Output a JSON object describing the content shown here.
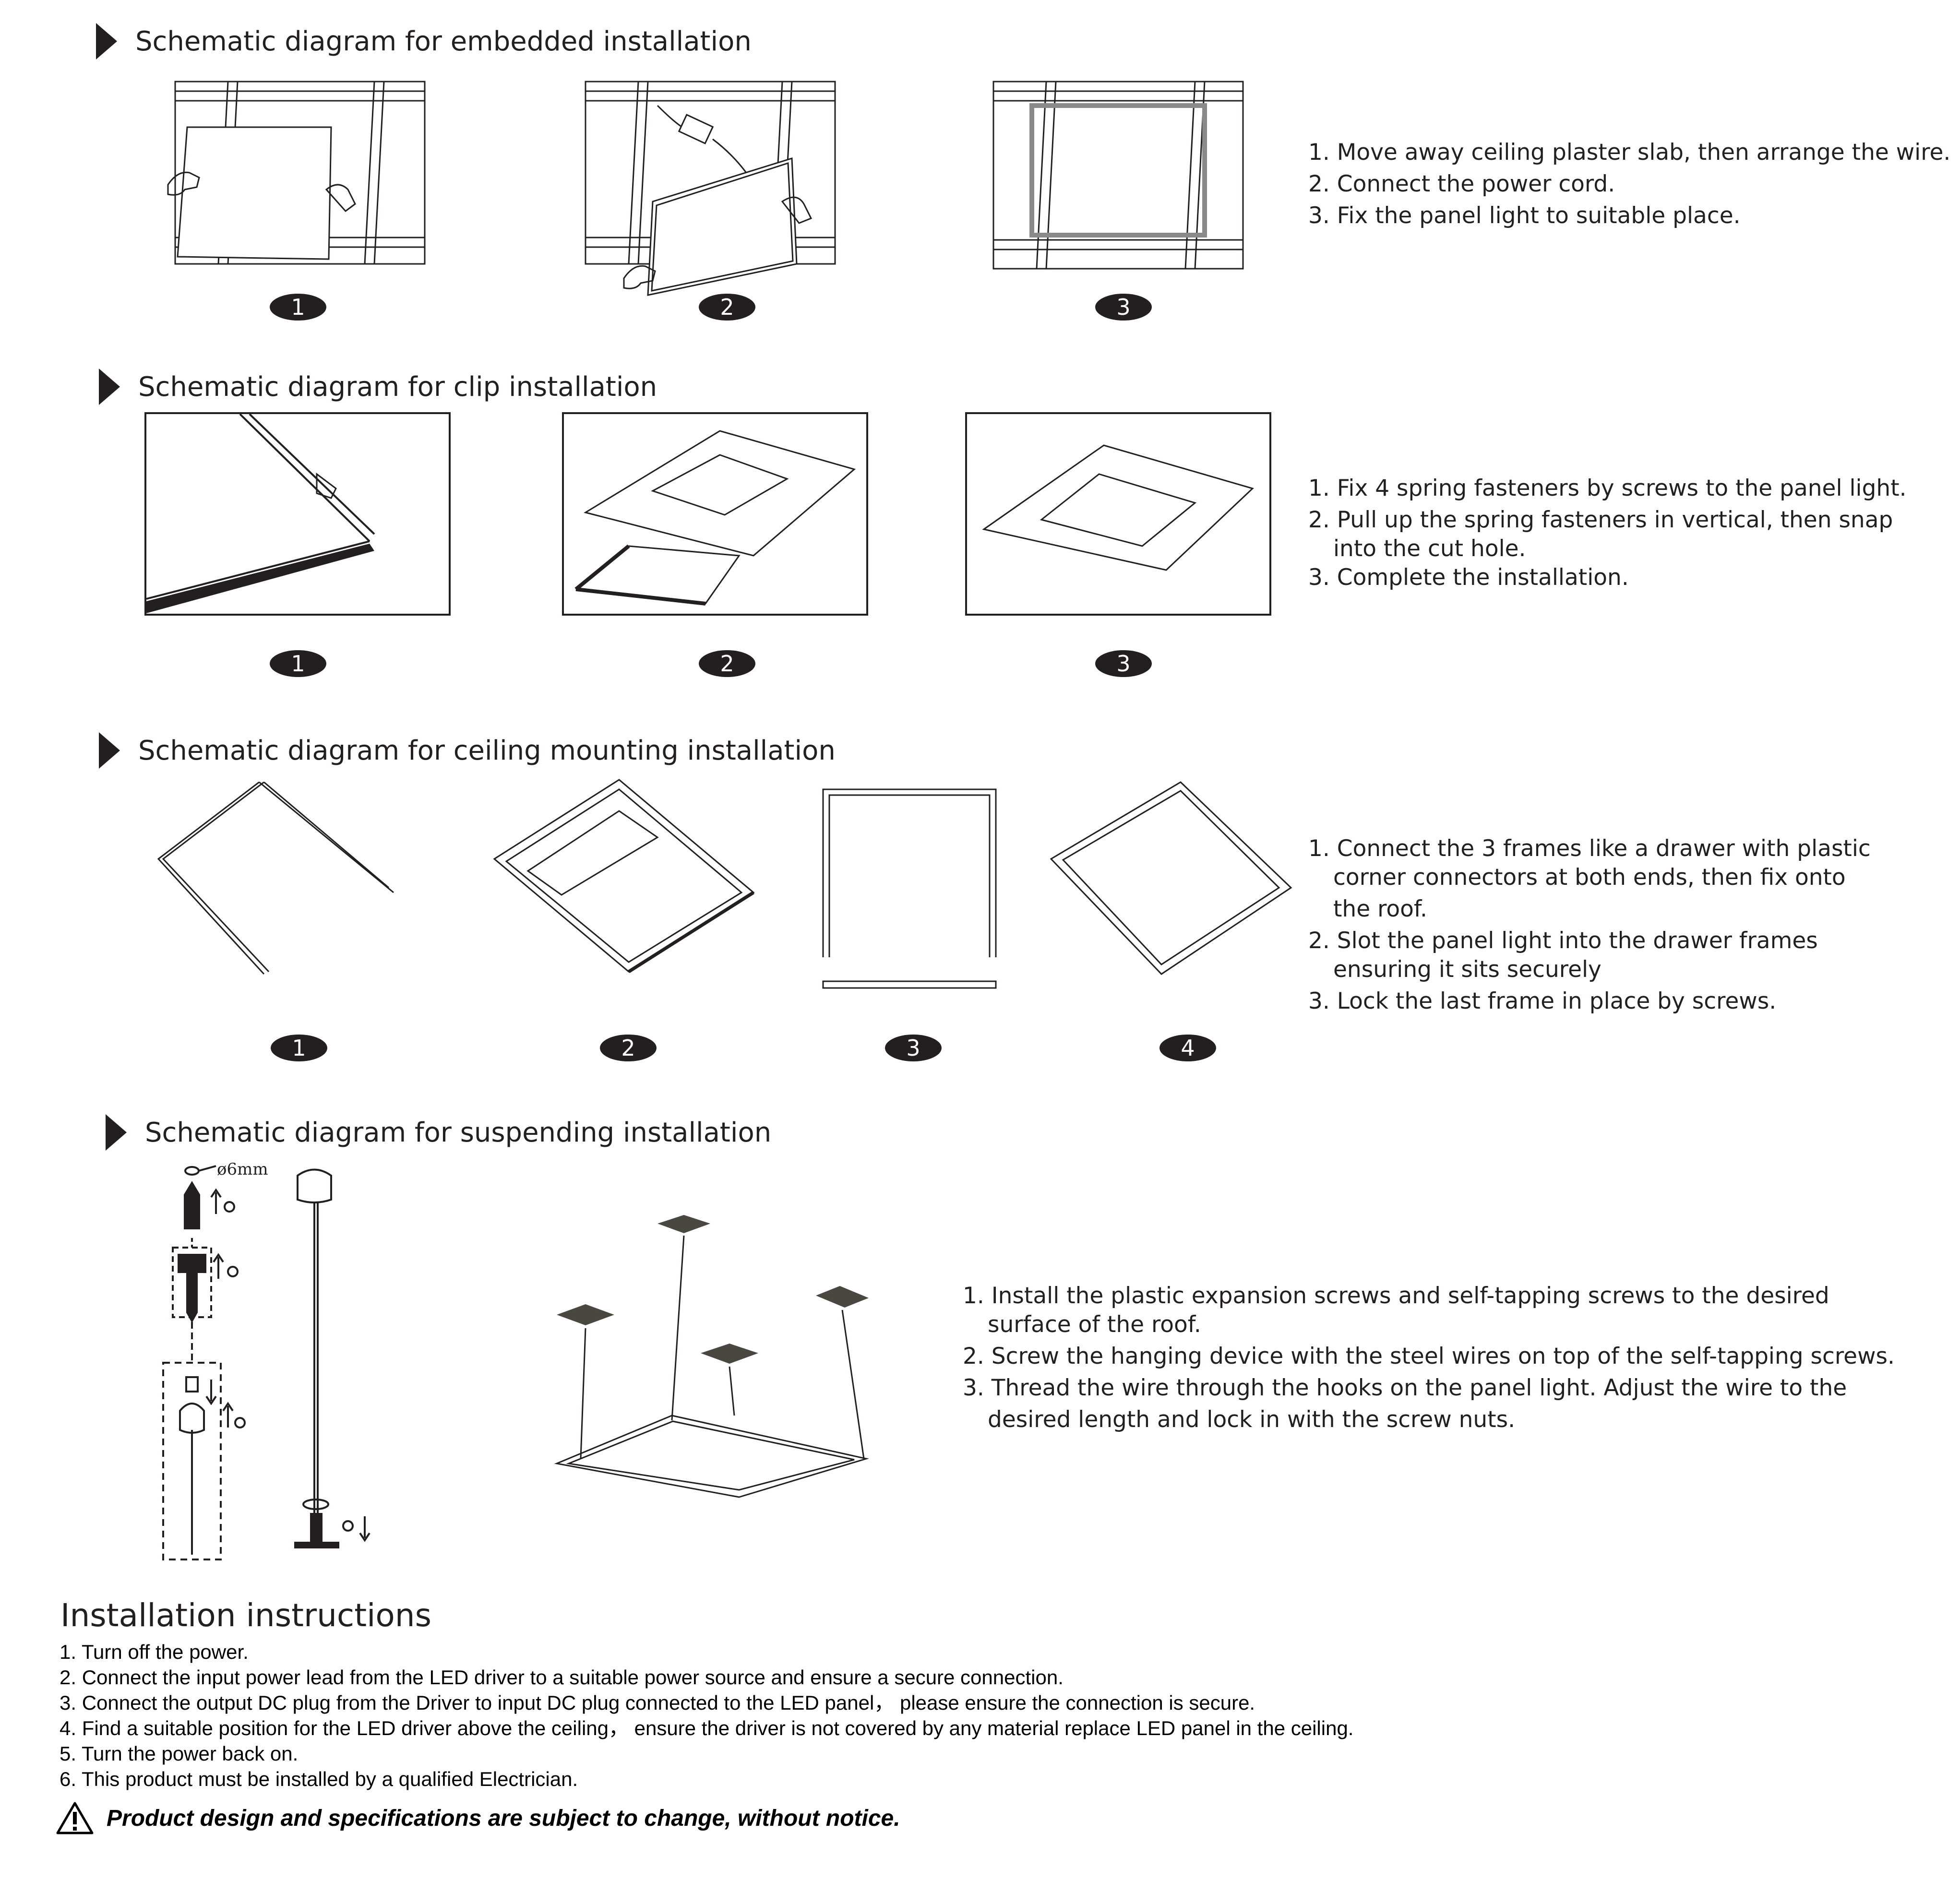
{
  "sections": [
    {
      "title": "Schematic diagram for embedded installation",
      "badges": [
        "1",
        "2",
        "3"
      ],
      "steps": [
        "1. Move away ceiling plaster slab, then arrange the wire.",
        "2. Connect the power cord.",
        "3. Fix the panel light to suitable place."
      ]
    },
    {
      "title": "Schematic diagram for clip installation",
      "badges": [
        "1",
        "2",
        "3"
      ],
      "steps": [
        "1. Fix 4 spring fasteners by screws to the panel light.",
        "2. Pull up the spring fasteners in vertical, then snap",
        "into the cut hole.",
        "3. Complete the installation."
      ]
    },
    {
      "title": "Schematic diagram for ceiling mounting installation",
      "badges": [
        "1",
        "2",
        "3",
        "4"
      ],
      "steps": [
        "1. Connect the 3 frames like a drawer with plastic",
        "corner connectors at both ends, then fix onto",
        "the roof.",
        "2. Slot the panel light into the drawer frames",
        "ensuring it sits securely",
        "3. Lock the last frame in place by screws."
      ]
    },
    {
      "title": "Schematic diagram for suspending installation",
      "diameter_label": "ø6mm",
      "steps": [
        "1. Install the plastic expansion screws and self-tapping screws to the desired",
        "surface of the roof.",
        "2. Screw the hanging device with the steel wires on top of the self-tapping screws.",
        "3. Thread the wire through the hooks on the panel light. Adjust the wire to the",
        "desired length and lock in with the screw nuts."
      ]
    }
  ],
  "installation": {
    "title": "Installation instructions",
    "items": [
      "1. Turn off the power.",
      "2. Connect the input power lead from the LED driver to a suitable power source and ensure a secure connection.",
      "3. Connect the output DC plug from the Driver to input DC plug connected to the LED panel， please ensure the connection is secure.",
      "4. Find a suitable position for the LED driver above the ceiling， ensure the driver is not covered by any material replace LED panel in the ceiling.",
      "5. Turn the power back on.",
      "6. This product must be installed by a qualified Electrician."
    ]
  },
  "notice": {
    "icon": "warning-triangle-icon",
    "text": "Product design and specifications are subject to change, without notice."
  }
}
